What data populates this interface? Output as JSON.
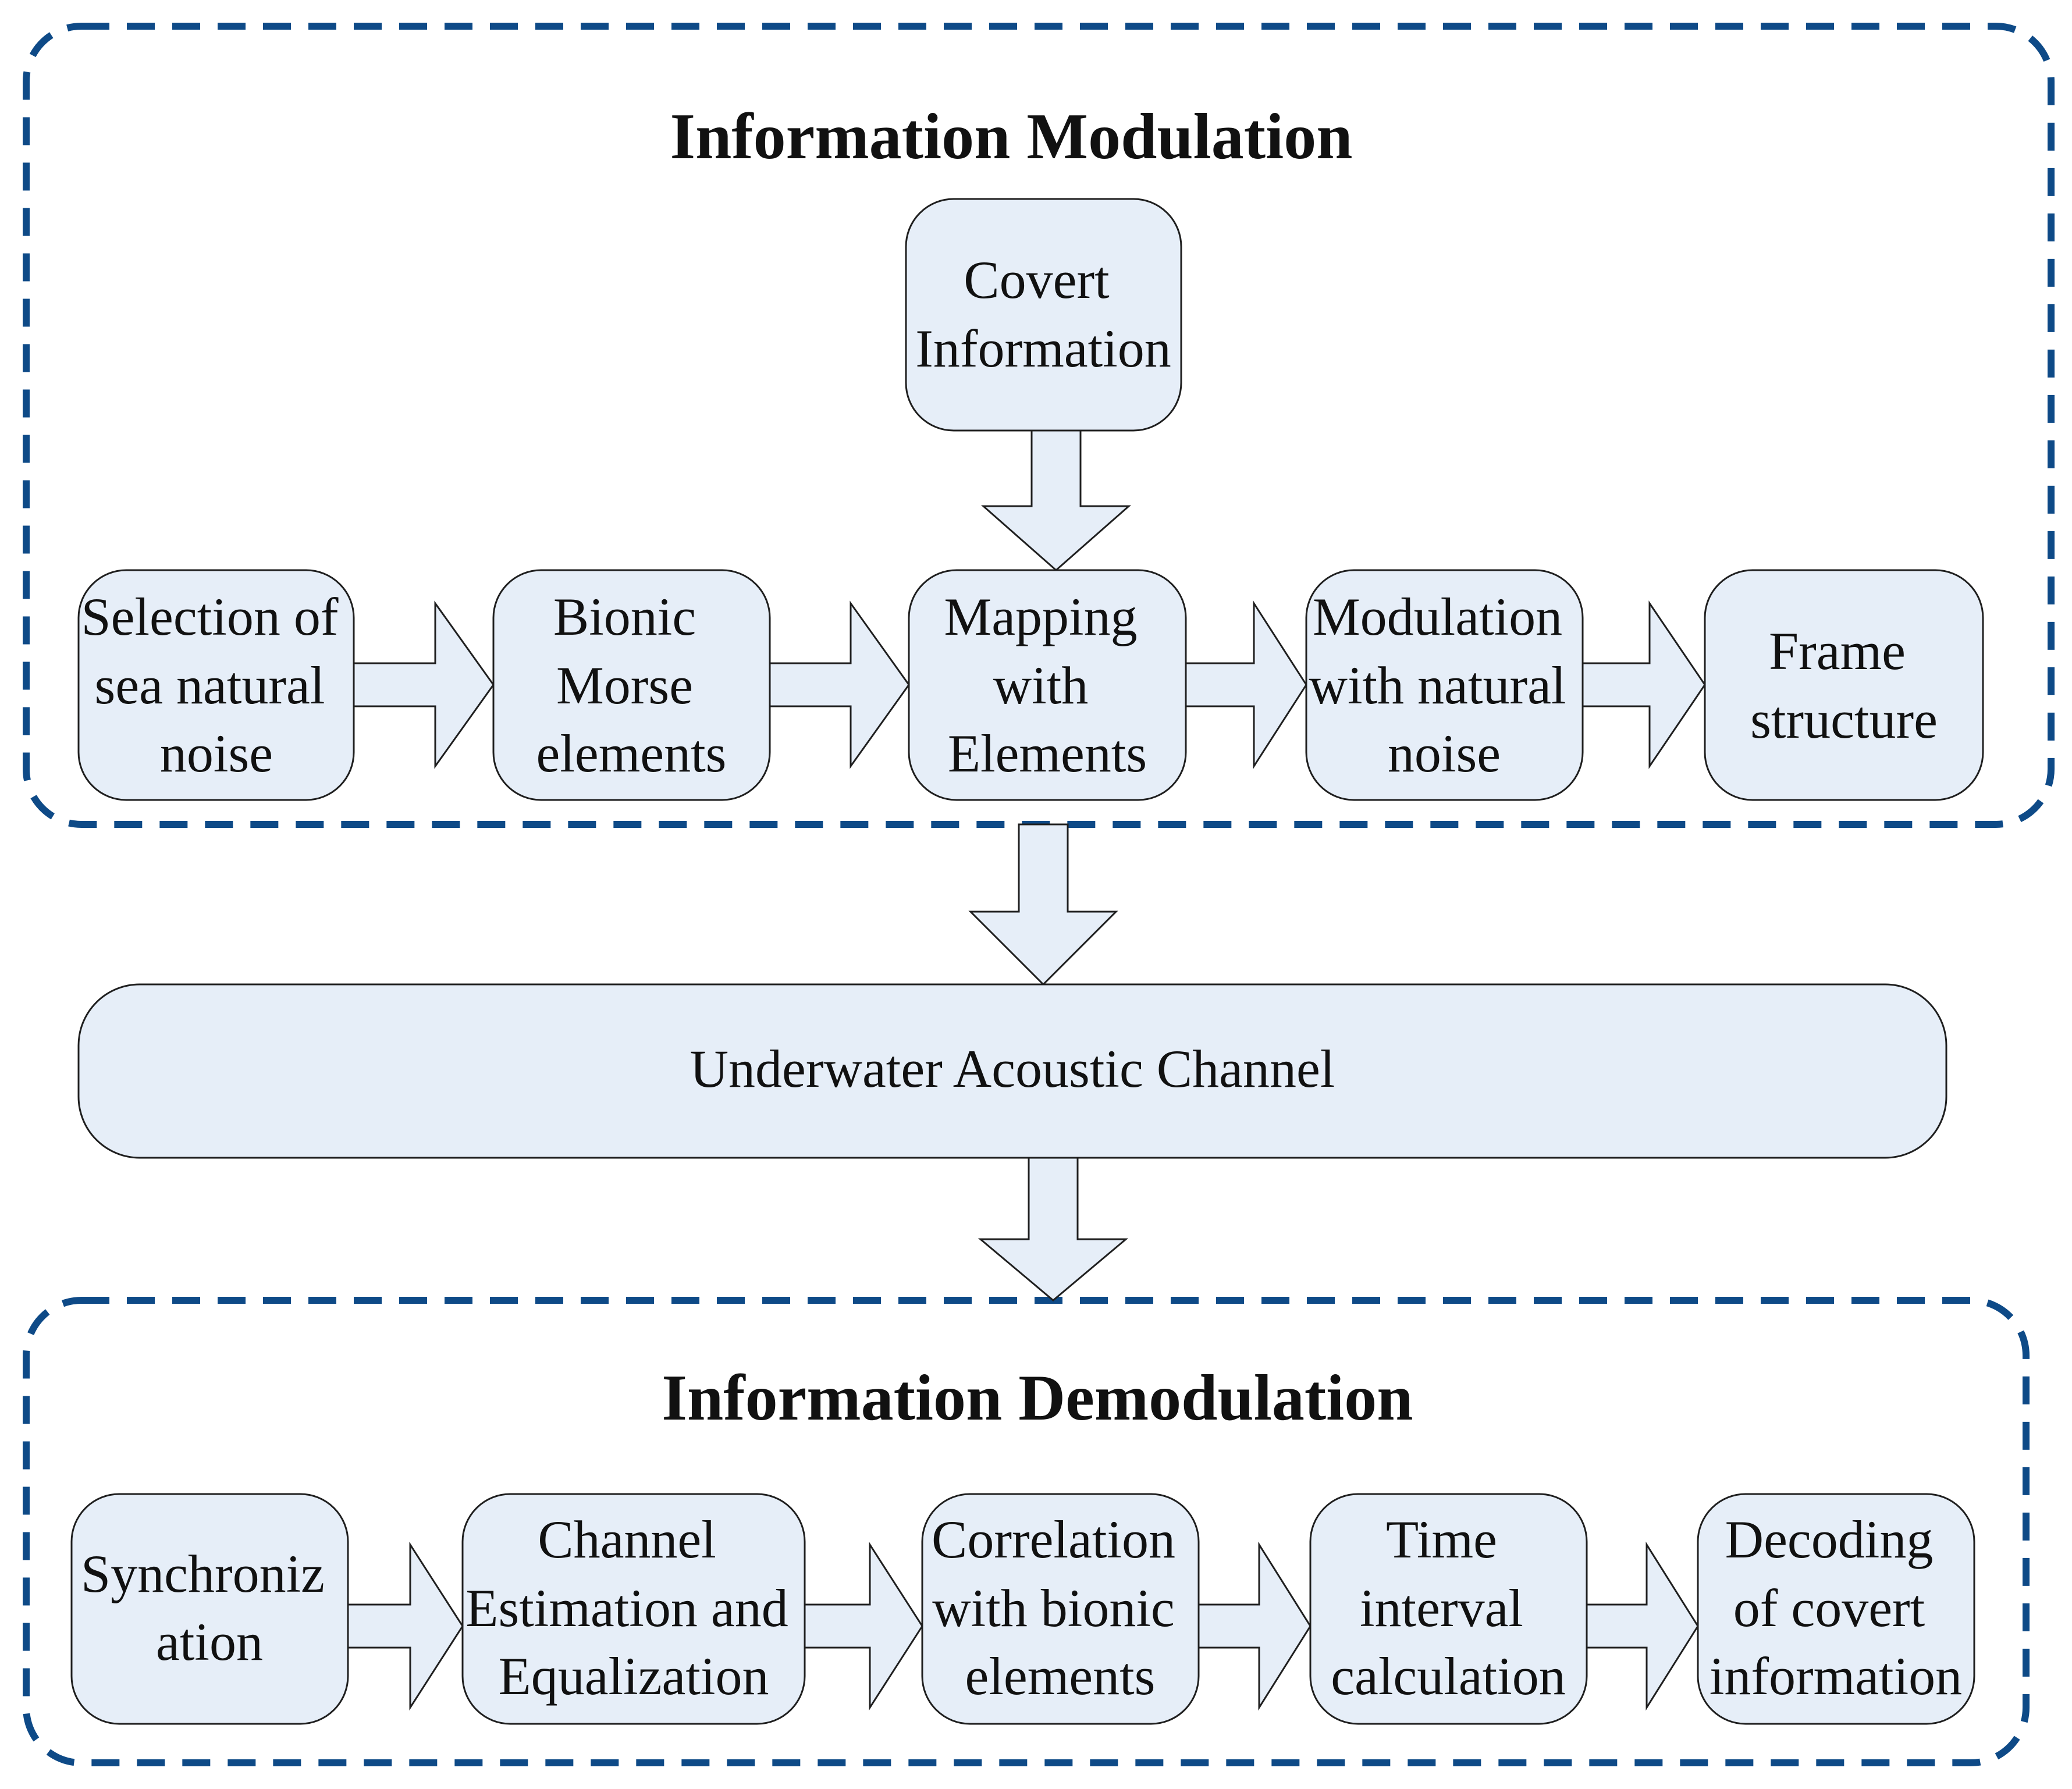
{
  "colors": {
    "box_fill": "#e6eef8",
    "box_stroke": "#1f1f1f",
    "frame_stroke": "#0e4a87",
    "text": "#111111",
    "background": "#ffffff"
  },
  "modulation": {
    "title": "Information Modulation",
    "covert_input": [
      "Covert",
      "Information"
    ],
    "steps": [
      [
        "Selection of",
        "sea natural",
        "noise"
      ],
      [
        "Bionic",
        "Morse",
        "elements"
      ],
      [
        "Mapping",
        "with",
        "Elements"
      ],
      [
        "Modulation",
        "with natural",
        "noise"
      ],
      [
        "Frame",
        "structure"
      ]
    ]
  },
  "channel": {
    "label": "Underwater Acoustic Channel"
  },
  "demodulation": {
    "title": "Information Demodulation",
    "steps": [
      [
        "Synchroniz",
        "ation"
      ],
      [
        "Channel",
        "Estimation and",
        "Equalization"
      ],
      [
        "Correlation",
        "with bionic",
        "elements"
      ],
      [
        "Time",
        "interval",
        "calculation"
      ],
      [
        "Decoding",
        "of covert",
        "information"
      ]
    ]
  }
}
